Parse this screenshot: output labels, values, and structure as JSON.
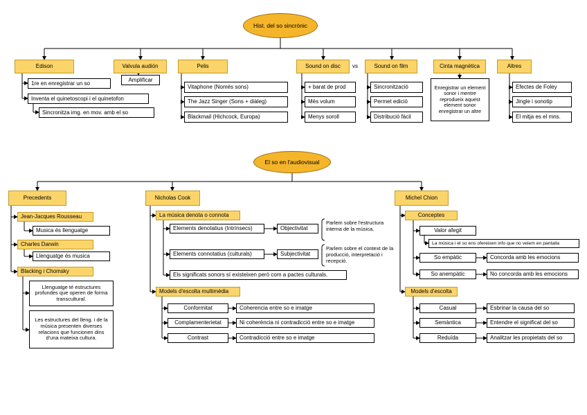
{
  "top": {
    "root": "Hist. del so sincrònic",
    "edison": {
      "title": "Edison",
      "items": [
        "1re en enregistrar un so",
        "Inventa el quinetoscopi i el quinetofon",
        "Sincronitza img. en mov. amb el so"
      ]
    },
    "valvula": {
      "title": "Valvula audión",
      "items": [
        "Amplificar"
      ]
    },
    "pelis": {
      "title": "Pelis",
      "items": [
        "Vitaphone (Només sons)",
        "The Jazz Singer (Sons + diàleg)",
        "Blackmail (Hichcock, Europa)"
      ]
    },
    "disc": {
      "title": "Sound on disc",
      "items": [
        "+ barat de prod",
        "Més volum",
        "Menys soroll"
      ]
    },
    "vs": "vs",
    "film": {
      "title": "Sound on film",
      "items": [
        "Sincronització",
        "Permet edició",
        "Distribució fàcil"
      ]
    },
    "cinta": {
      "title": "Cinta magnètica",
      "text": "Enregistrar un element sonor i mentre reprodueix aquest element sonor enregistrar un altre"
    },
    "altres": {
      "title": "Altres",
      "items": [
        "Efectes de Foley",
        "Jingle i sonotip",
        "El mitja es el mns."
      ]
    }
  },
  "bottom": {
    "root": "El so en l'audiovisual",
    "precedents": {
      "title": "Precedents",
      "rousseau": "Jean-Jacques Rousseau",
      "rousseau_item": "Musica és llenguatge",
      "darwin": "Charles Darwin",
      "darwin_item": "Llenguatge és musica",
      "blacking": "Blacking i Chomsky",
      "blacking_items": [
        "Llenguatge té estructures profundes que operen de forma transcultural.",
        "Les estructures del lleng. i de la música presenten diverses relacions que funcionen dins d'una mateixa cultura."
      ]
    },
    "cook": {
      "title": "Nicholas Cook",
      "denota": "La música denota o connota",
      "denotatius": "Elements denotatius (Intrínsecs)",
      "objectivitat": "Objectivitat",
      "objectivitat_note": "Parlem sobre l'estructura interna de la música.",
      "connotatius": "Elements connotatius (culturals)",
      "subjectivitat": "Subjectivitat",
      "subjectivitat_note": "Parlem sobre el context de la producció, interpretació i recepció.",
      "significats": "Els significats sonors sí existeixen però com a pactes culturals.",
      "models": "Models d'escolta multimèdia",
      "model_rows": [
        {
          "label": "Conformitat",
          "desc": "Coherencia entre so e imatge"
        },
        {
          "label": "Complamenterietat",
          "desc": "Ni coherència ni contradicció entre so e imatge"
        },
        {
          "label": "Contrast",
          "desc": "Contradicció entre so e imatge"
        }
      ]
    },
    "chion": {
      "title": "Michel Chion",
      "conceptes": "Conceptes",
      "valor": "Valor afegit",
      "valor_item": "La música i el so ens ofereixen info que no veiem en pantalla",
      "empatic": "So empàtic",
      "empatic_desc": "Concorda amb les emocions",
      "anempatic": "So anempàtic",
      "anempatic_desc": "No concorda amb les emocions",
      "escolta": "Models d'escolta",
      "escolta_rows": [
        {
          "label": "Casual",
          "desc": "Esbrinar la causa del so"
        },
        {
          "label": "Semàntica",
          "desc": "Entendre el significat del so"
        },
        {
          "label": "Reduïda",
          "desc": "Analitzar les propietats del so"
        }
      ]
    }
  }
}
